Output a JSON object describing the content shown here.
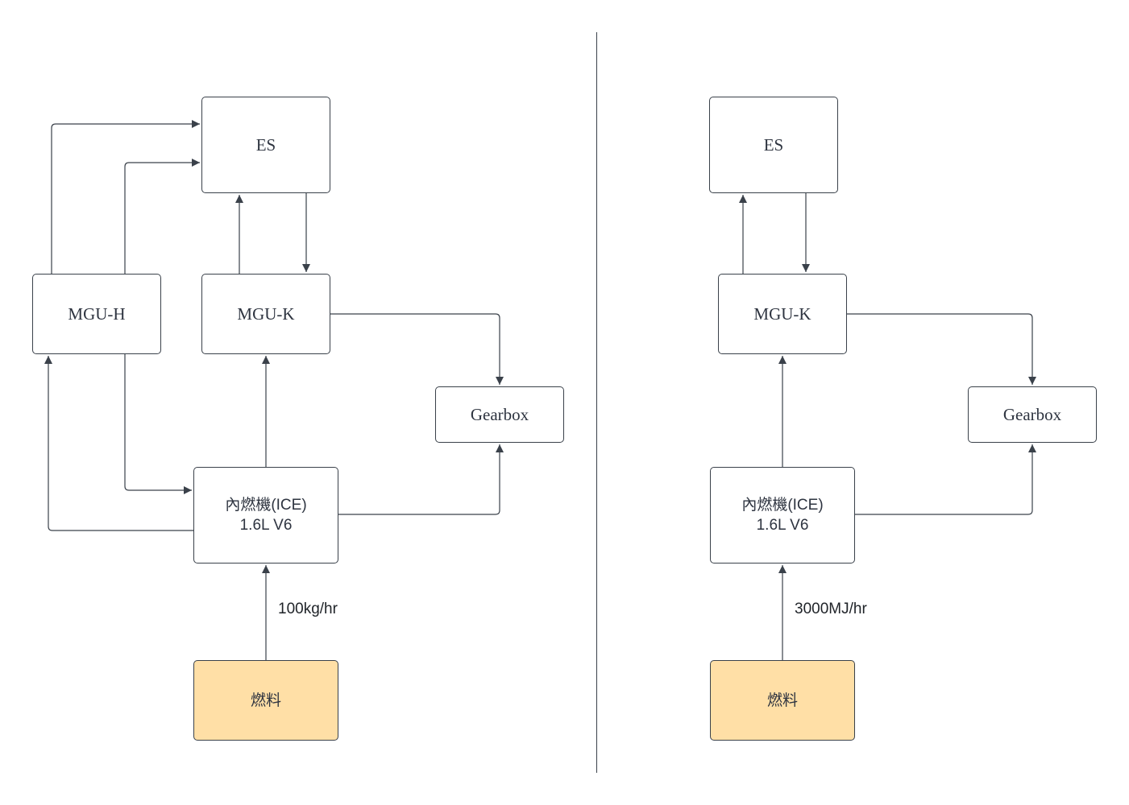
{
  "left": {
    "es": "ES",
    "mgu_h": "MGU-H",
    "mgu_k": "MGU-K",
    "gearbox": "Gearbox",
    "ice_line1": "內燃機(ICE)",
    "ice_line2": "1.6L V6",
    "fuel": "燃料",
    "fuel_rate": "100kg/hr"
  },
  "right": {
    "es": "ES",
    "mgu_k": "MGU-K",
    "gearbox": "Gearbox",
    "ice_line1": "內燃機(ICE)",
    "ice_line2": "1.6L V6",
    "fuel": "燃料",
    "fuel_rate": "3000MJ/hr"
  },
  "colors": {
    "line": "#3a414a",
    "fuel_fill": "#ffdfa6",
    "box_fill": "#ffffff"
  }
}
